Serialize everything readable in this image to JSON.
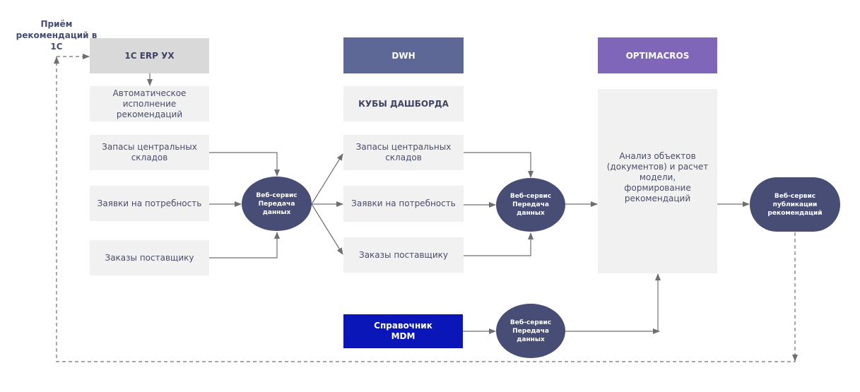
{
  "feedback_label": "Приём рекомендаций в 1С",
  "columns": {
    "erp": {
      "header": "1C ERP УХ",
      "auto_exec": "Автоматическое исполнение рекомендаций",
      "items": [
        "Запасы центральных складов",
        "Заявки на потребность",
        "Заказы поставщику"
      ]
    },
    "dwh": {
      "header": "DWH",
      "subheader": "КУБЫ ДАШБОРДА",
      "items": [
        "Запасы центральных складов",
        "Заявки на потребность",
        "Заказы поставщику"
      ]
    },
    "optimacros": {
      "header": "OPTIMACROS",
      "analysis": "Анализ объектов (документов) и расчет модели, формирование рекомендаций"
    }
  },
  "mdm": {
    "label": "Справочник MDM"
  },
  "services": {
    "transfer_1": "Веб-сервис Передача данных",
    "transfer_2": "Веб-сервис Передача данных",
    "transfer_mdm": "Веб-сервис Передача данных",
    "publish": "Веб-сервис публикации рекомендаций"
  },
  "colors": {
    "erp_header": "#d9d9d9",
    "dwh_header": "#5d6897",
    "optimacros_header": "#7f66b9",
    "mdm": "#0a16b7",
    "service_node": "#474d74",
    "light_box": "#f1f1f2",
    "connector": "#6f6f73"
  }
}
